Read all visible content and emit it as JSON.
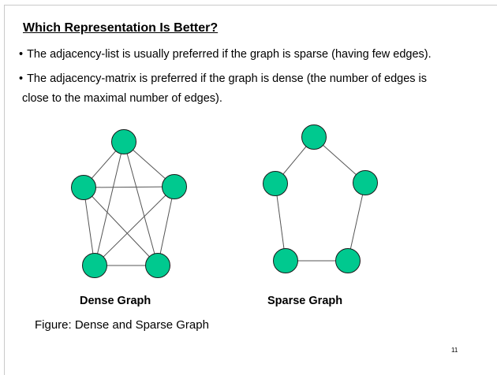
{
  "slide": {
    "title": "Which Representation Is Better?",
    "bullets": [
      {
        "mark": "•",
        "text": "The adjacency-list  is usually preferred if the graph is sparse (having few edges)."
      },
      {
        "mark": "•",
        "text": "The adjacency-matrix is preferred if the graph is dense (the number of edges is",
        "continuation": "close to the maximal number of edges)."
      }
    ],
    "dense_label": "Dense Graph",
    "sparse_label": "Sparse Graph",
    "figure_caption": "Figure: Dense and Sparse Graph",
    "page_number": "11"
  },
  "colors": {
    "node_fill": "#00c98f",
    "node_stroke": "#1a1a1a",
    "edge_stroke": "#555555"
  },
  "graphs": {
    "dense": {
      "node_count": 5,
      "edges": [
        [
          0,
          1
        ],
        [
          0,
          2
        ],
        [
          0,
          3
        ],
        [
          0,
          4
        ],
        [
          1,
          2
        ],
        [
          1,
          3
        ],
        [
          1,
          4
        ],
        [
          2,
          3
        ],
        [
          2,
          4
        ],
        [
          3,
          4
        ]
      ]
    },
    "sparse": {
      "node_count": 5,
      "edges": [
        [
          0,
          1
        ],
        [
          0,
          2
        ],
        [
          1,
          3
        ],
        [
          2,
          4
        ],
        [
          3,
          4
        ]
      ]
    }
  }
}
